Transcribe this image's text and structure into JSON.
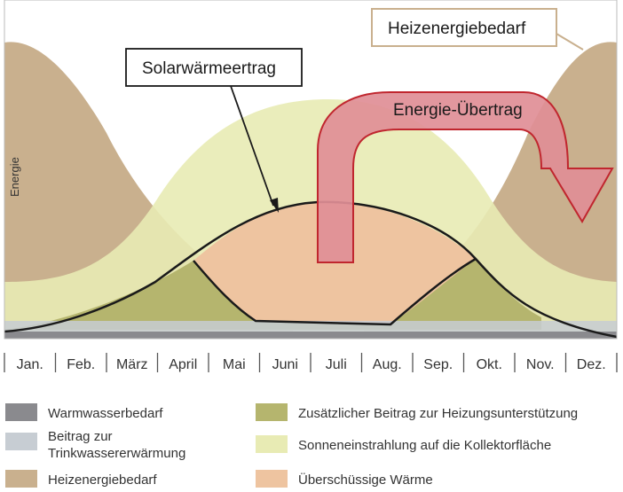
{
  "axis": {
    "y_label": "Energie"
  },
  "months": [
    "Jan.",
    "Feb.",
    "März",
    "April",
    "Mai",
    "Juni",
    "Juli",
    "Aug.",
    "Sep.",
    "Okt.",
    "Nov.",
    "Dez."
  ],
  "callouts": {
    "solar_yield": "Solarwärmeertrag",
    "heating_demand": "Heizenergiebedarf",
    "energy_transfer": "Energie-Übertrag"
  },
  "legend": [
    {
      "label": "Warmwasserbedarf",
      "color": "#8a8a8e"
    },
    {
      "label": "Beitrag zur",
      "label2": "Trinkwassererwärmung",
      "color": "#c7cdd3"
    },
    {
      "label": "Heizenergiebedarf",
      "color": "#c9b08e"
    },
    {
      "label": "Zusätzlicher Beitrag zur Heizungsunterstützung",
      "color": "#b5b56e"
    },
    {
      "label": "Sonneneinstrahlung auf die Kollektorfläche",
      "color": "#e8ebb4"
    },
    {
      "label": "Überschüssige Wärme",
      "color": "#eec4a0"
    }
  ],
  "colors": {
    "heating": "#c9b08e",
    "solar": "#e8ebb4",
    "excess": "#eec4a0",
    "heating_support": "#b5b56e",
    "hot_water": "#8a8a8e",
    "drinking_water": "#c7cdd3",
    "arrow_fill": "#e08e96",
    "arrow_stroke": "#c0262e"
  }
}
